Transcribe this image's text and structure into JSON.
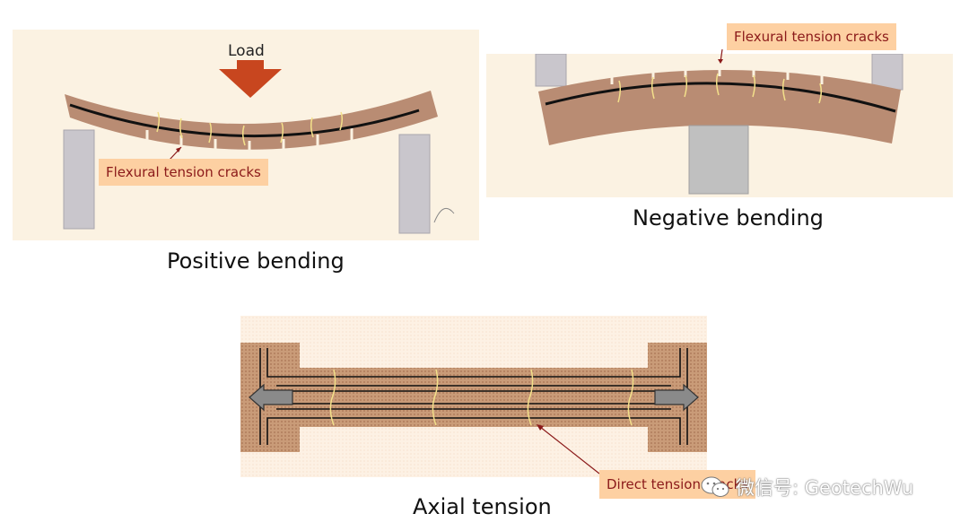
{
  "positive_panel": {
    "caption": "Positive bending",
    "load_label": "Load",
    "crack_label": "Flexural tension cracks"
  },
  "negative_panel": {
    "caption": "Negative bending",
    "crack_label": "Flexural tension cracks"
  },
  "axial_panel": {
    "caption": "Axial tension",
    "crack_label": "Direct tension cracks"
  },
  "watermark": {
    "text": "微信号: GeotechWu",
    "icon": "wechat-icon"
  },
  "colors": {
    "concrete": "#b98c73",
    "photo_bg": "#fbf2e2",
    "callout_bg": "#fdd0a2",
    "callout_text": "#8b1a1a",
    "load_arrow": "#c8461f",
    "support": "#c9c6cc",
    "crack": "#f3e08a"
  }
}
